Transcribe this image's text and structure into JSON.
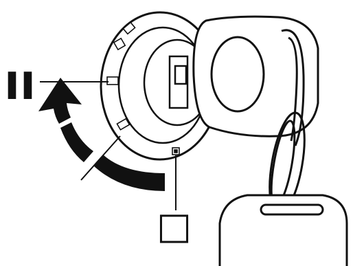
{
  "diagram": {
    "colors": {
      "ink": "#111111",
      "paper": "#ffffff"
    },
    "labels": {
      "position_on": "II",
      "position_lock": "□"
    },
    "parts": [
      "ignition-cylinder-bezel",
      "key-slot",
      "key-head",
      "key-ring",
      "key-fob",
      "rotation-arrow"
    ]
  }
}
